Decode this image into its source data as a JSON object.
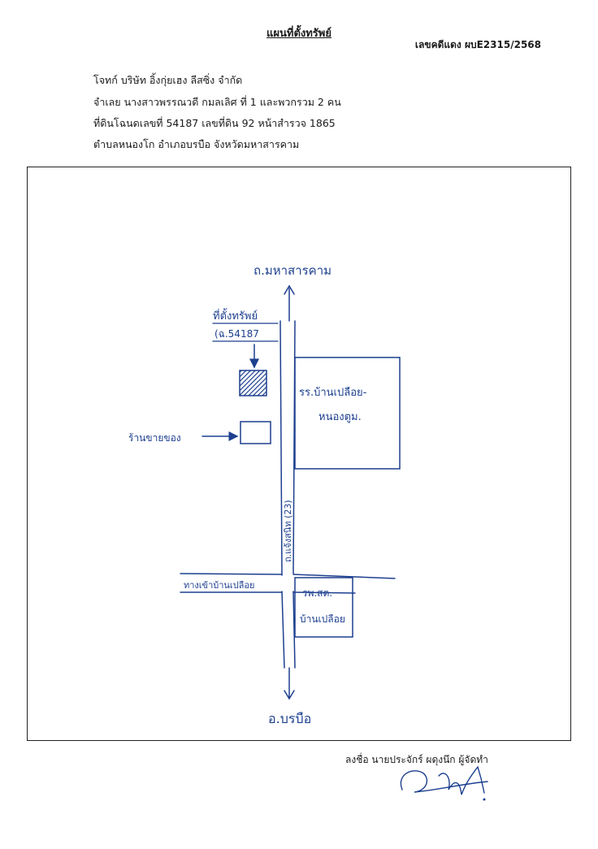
{
  "document": {
    "title": "แผนที่ตั้งทรัพย์",
    "case_number": "เลขคดีแดง ผบE2315/2568",
    "lines": [
      "โจทก์ บริษัท อิ้งกุ่ยเฮง ลีสซิ่ง จำกัด",
      "จำเลย นางสาวพรรณวดี กมลเลิศ ที่ 1 และพวกรวม 2 คน",
      "ที่ดินโฉนดเลขที่ 54187 เลขที่ดิน 92 หน้าสำรวจ 1865",
      "ตำบลหนองโก อำเภอบรบือ จังหวัดมหาสารคาม"
    ]
  },
  "map": {
    "north_label": "ถ.มหาสารคาม",
    "south_label": "อ.บรบือ",
    "property_label": "ที่ตั้งทรัพย์",
    "deed_label": "(ฉ.54187",
    "shop_label": "ร้านขายของ",
    "school_label_1": "รร.บ้านเปลือย-",
    "school_label_2": "หนองตูม.",
    "road_label": "ถ.แจ้งสนิท (23)",
    "junction_label": "ทางเข้าบ้านเปลือย",
    "hospital_label_1": "รพ.สต.",
    "hospital_label_2": "บ้านเปลือย",
    "ink_color": "#1d3f8f"
  },
  "footer": {
    "signer": "ลงชื่อ นายประจักร์ ผดุงนึก ผู้จัดทำ"
  }
}
